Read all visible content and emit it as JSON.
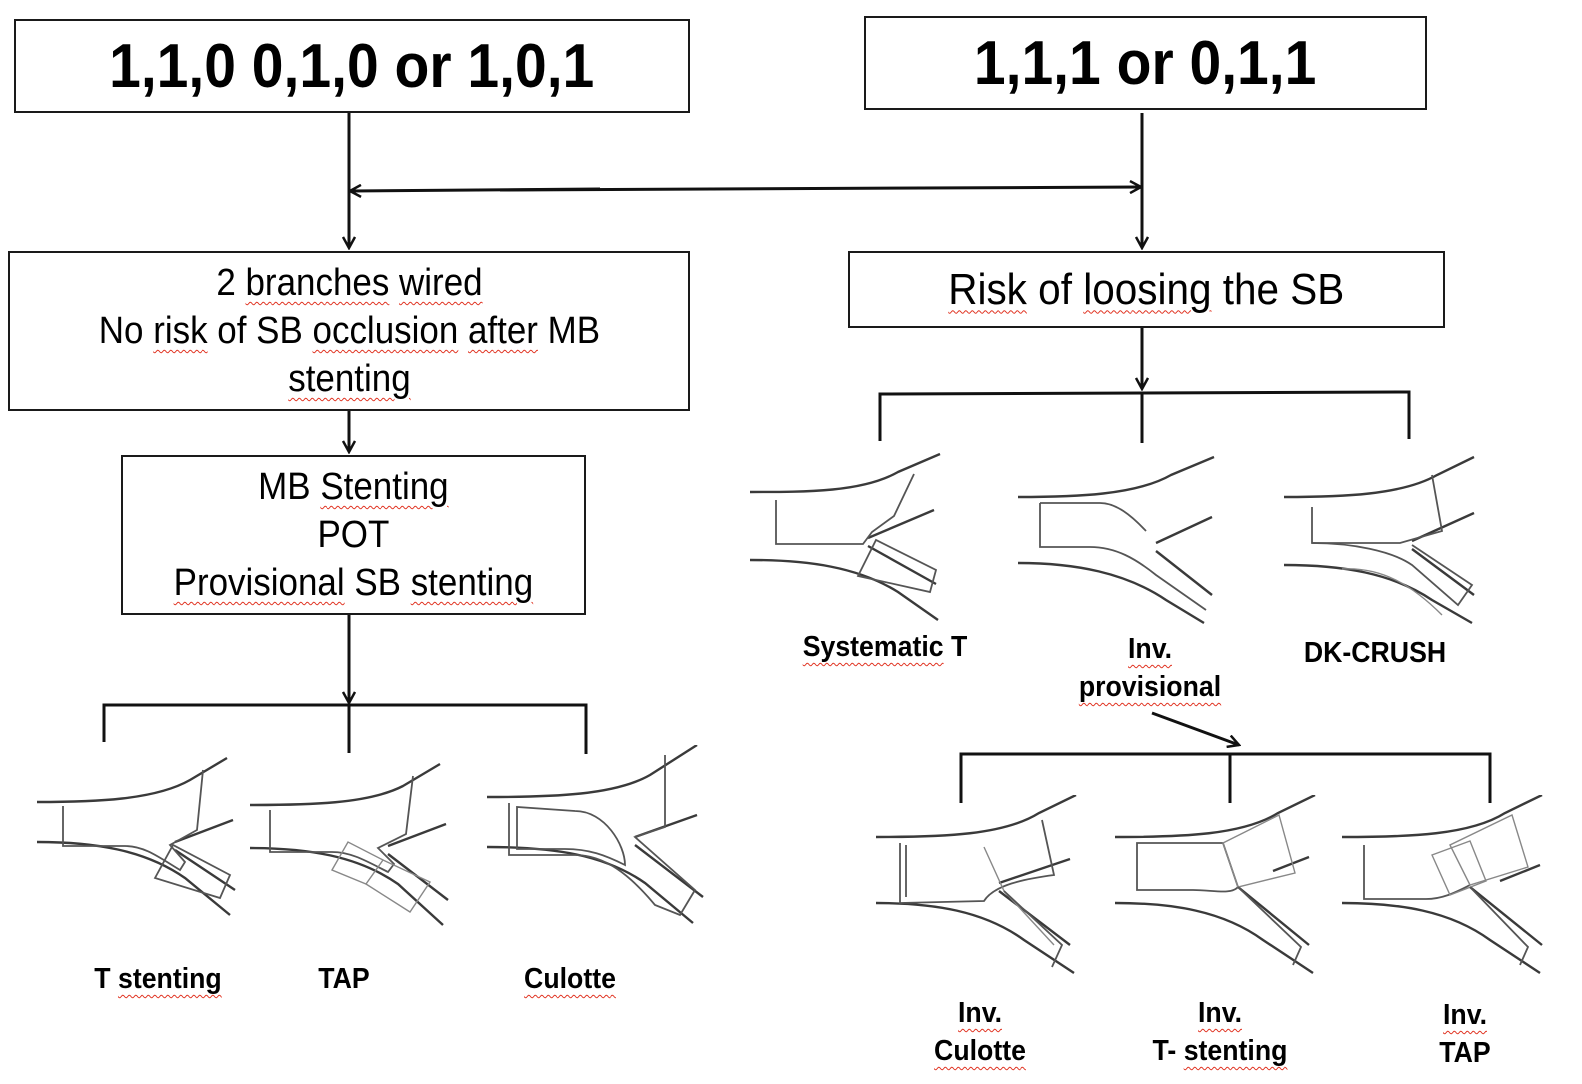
{
  "top_left_box": {
    "text": "1,1,0  0,1,0 or 1,0,1"
  },
  "top_right_box": {
    "text": "1,1,1 or 0,1,1"
  },
  "left_branch_box": {
    "lines": [
      {
        "parts": [
          {
            "t": "2 ",
            "spell": false
          },
          {
            "t": "branches",
            "spell": true
          },
          {
            "t": " ",
            "spell": false
          },
          {
            "t": "wired",
            "spell": true
          }
        ]
      },
      {
        "parts": [
          {
            "t": "No ",
            "spell": false
          },
          {
            "t": "risk",
            "spell": true
          },
          {
            "t": " of SB ",
            "spell": false
          },
          {
            "t": "occlusion",
            "spell": true
          },
          {
            "t": " ",
            "spell": false
          },
          {
            "t": "after",
            "spell": true
          },
          {
            "t": " MB",
            "spell": false
          }
        ]
      },
      {
        "parts": [
          {
            "t": "stenting",
            "spell": true
          }
        ]
      }
    ]
  },
  "right_branch_box": {
    "lines": [
      {
        "parts": [
          {
            "t": "Risk",
            "spell": true
          },
          {
            "t": " of ",
            "spell": false
          },
          {
            "t": "loosing",
            "spell": true
          },
          {
            "t": " the SB",
            "spell": false
          }
        ]
      }
    ]
  },
  "mb_stenting_box": {
    "lines": [
      {
        "parts": [
          {
            "t": "MB ",
            "spell": false
          },
          {
            "t": "Stenting",
            "spell": true
          }
        ]
      },
      {
        "parts": [
          {
            "t": "POT",
            "spell": false
          }
        ]
      },
      {
        "parts": [
          {
            "t": "Provisional",
            "spell": true
          },
          {
            "t": " SB ",
            "spell": false
          },
          {
            "t": "stenting",
            "spell": true
          }
        ]
      }
    ]
  },
  "techniques_left": [
    {
      "name": "t-stenting",
      "lines": [
        {
          "parts": [
            {
              "t": "T ",
              "spell": false
            },
            {
              "t": "stenting",
              "spell": true
            }
          ]
        }
      ]
    },
    {
      "name": "tap",
      "lines": [
        {
          "parts": [
            {
              "t": "TAP",
              "spell": false
            }
          ]
        }
      ]
    },
    {
      "name": "culotte",
      "lines": [
        {
          "parts": [
            {
              "t": "Culotte",
              "spell": true
            }
          ]
        }
      ]
    }
  ],
  "techniques_right_top": [
    {
      "name": "systematic-t",
      "lines": [
        {
          "parts": [
            {
              "t": "Systematic",
              "spell": true
            },
            {
              "t": " T",
              "spell": false
            }
          ]
        }
      ]
    },
    {
      "name": "inv-provisional",
      "lines": [
        {
          "parts": [
            {
              "t": "Inv.",
              "spell": true
            }
          ]
        },
        {
          "parts": [
            {
              "t": "provisional",
              "spell": true
            }
          ]
        }
      ]
    },
    {
      "name": "dk-crush",
      "lines": [
        {
          "parts": [
            {
              "t": "DK-CRUSH",
              "spell": false
            }
          ]
        }
      ]
    }
  ],
  "techniques_right_bottom": [
    {
      "name": "inv-culotte",
      "lines": [
        {
          "parts": [
            {
              "t": "Inv.",
              "spell": true
            }
          ]
        },
        {
          "parts": [
            {
              "t": "Culotte",
              "spell": true
            }
          ]
        }
      ]
    },
    {
      "name": "inv-t-stenting",
      "lines": [
        {
          "parts": [
            {
              "t": "Inv.",
              "spell": true
            }
          ]
        },
        {
          "parts": [
            {
              "t": "T- ",
              "spell": false
            },
            {
              "t": "stenting",
              "spell": true
            }
          ]
        }
      ]
    },
    {
      "name": "inv-tap",
      "lines": [
        {
          "parts": [
            {
              "t": "Inv.",
              "spell": true
            }
          ]
        },
        {
          "parts": [
            {
              "t": "TAP",
              "spell": false
            }
          ]
        }
      ]
    }
  ],
  "colors": {
    "line": "#1a1a1a",
    "spellcheck_underline": "#e0301e",
    "vessel": "#3a3a3a"
  }
}
